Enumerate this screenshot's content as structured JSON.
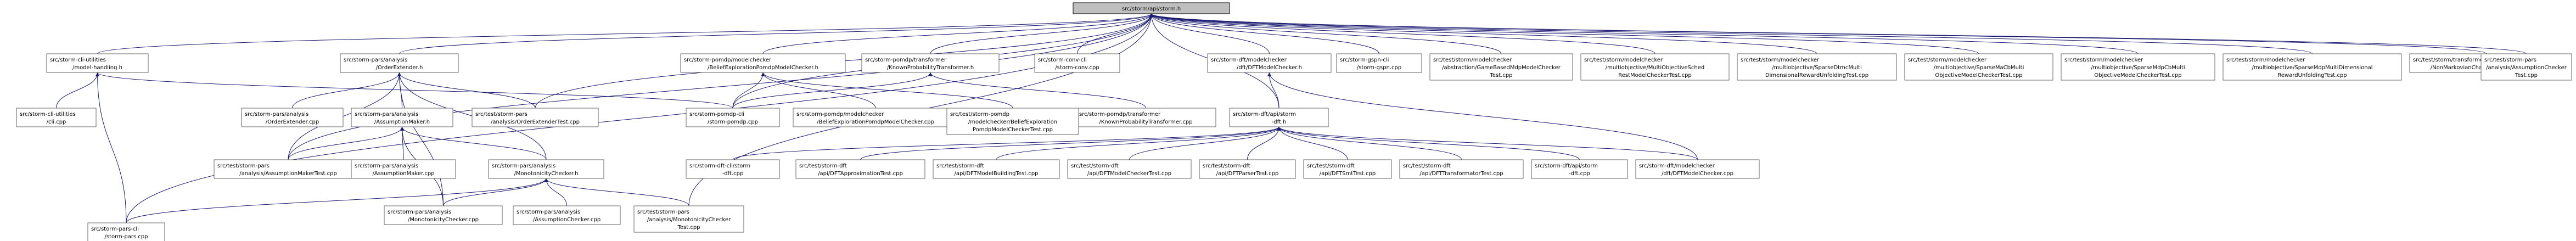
{
  "graph": {
    "root": "src/storm/api/storm.h",
    "nodes": {
      "root": [
        "src/storm/api/storm.h"
      ],
      "cli_model_handling": [
        "src/storm-cli-utilities",
        "/model-handling.h"
      ],
      "cli_cpp": [
        "src/storm-cli-utilities",
        "/cli.cpp"
      ],
      "pars_cli": [
        "src/storm-pars-cli",
        "/storm-pars.cpp"
      ],
      "order_extender_h": [
        "src/storm-pars/analysis",
        "/OrderExtender.h"
      ],
      "order_extender_cpp_a": [
        "src/storm-pars/analysis",
        "/OrderExtender.cpp"
      ],
      "assumption_maker_h": [
        "src/storm-pars/analysis",
        "/AssumptionMaker.h"
      ],
      "order_extender_test": [
        "src/test/storm-pars",
        "/analysis/OrderExtenderTest.cpp"
      ],
      "assumption_maker_test": [
        "src/test/storm-pars",
        "/analysis/AssumptionMakerTest.cpp"
      ],
      "assumption_maker_cpp": [
        "src/storm-pars/analysis",
        "/AssumptionMaker.cpp"
      ],
      "monotonicity_checker_h": [
        "src/storm-pars/analysis",
        "/MonotonicityChecker.h"
      ],
      "monotonicity_checker_cpp": [
        "src/storm-pars/analysis",
        "/MonotonicityChecker.cpp"
      ],
      "assumption_checker_cpp": [
        "src/storm-pars/analysis",
        "/AssumptionChecker.cpp"
      ],
      "monotonicity_checker_test": [
        "src/test/storm-pars",
        "/analysis/MonotonicityChecker",
        "Test.cpp"
      ],
      "belief_checker_h": [
        "src/storm-pomdp/modelchecker",
        "/BeliefExplorationPomdpModelChecker.h"
      ],
      "pomdp_cli": [
        "src/storm-pomdp-cli",
        "/storm-pomdp.cpp"
      ],
      "belief_checker_cpp": [
        "src/storm-pomdp/modelchecker",
        "/BeliefExplorationPomdpModelChecker.cpp"
      ],
      "known_prob_h": [
        "src/storm-pomdp/transformer",
        "/KnownProbabilityTransformer.h"
      ],
      "known_prob_cpp": [
        "src/storm-pomdp/transformer",
        "/KnownProbabilityTransformer.cpp"
      ],
      "belief_checker_test": [
        "src/test/storm-pomdp",
        "/modelchecker/BeliefExploration",
        "PomdpModelCheckerTest.cpp"
      ],
      "conv_cli": [
        "src/storm-conv-cli",
        "/storm-conv.cpp"
      ],
      "dft_checker_h": [
        "src/storm-dft/modelchecker",
        "/dft/DFTModelChecker.h"
      ],
      "dft_api_h": [
        "src/storm-dft/api/storm",
        "-dft.h"
      ],
      "dft_cli": [
        "src/storm-dft-cli/storm",
        "-dft.cpp"
      ],
      "dft_approx_test": [
        "src/test/storm-dft",
        "/api/DFTApproximationTest.cpp"
      ],
      "dft_building_test": [
        "src/test/storm-dft",
        "/api/DFTModelBuildingTest.cpp"
      ],
      "dft_checker_test": [
        "src/test/storm-dft",
        "/api/DFTModelCheckerTest.cpp"
      ],
      "dft_parser_test": [
        "src/test/storm-dft",
        "/api/DFTParserTest.cpp"
      ],
      "dft_smt_test": [
        "src/test/storm-dft",
        "/api/DFTSmtTest.cpp"
      ],
      "dft_transformator_test": [
        "src/test/storm-dft",
        "/api/DFTTransformatorTest.cpp"
      ],
      "dft_api_cpp": [
        "src/storm-dft/api/storm",
        "-dft.cpp"
      ],
      "dft_checker_cpp": [
        "src/storm-dft/modelchecker",
        "/dft/DFTModelChecker.cpp"
      ],
      "gspn_cli": [
        "src/storm-gspn-cli",
        "/storm-gspn.cpp"
      ],
      "test_game_based": [
        "src/test/storm/modelchecker",
        "/abstraction/GameBasedMdpModelChecker",
        "Test.cpp"
      ],
      "test_multi_sched": [
        "src/test/storm/modelchecker",
        "/multiobjective/MultiObjectiveSched",
        "RestModelCheckerTest.cpp"
      ],
      "test_sparse_dtmc_multi": [
        "src/test/storm/modelchecker",
        "/multiobjective/SparseDtmcMulti",
        "DimensionalRewardUnfoldingTest.cpp"
      ],
      "test_sparse_ma": [
        "src/test/storm/modelchecker",
        "/multiobjective/SparseMaCbMulti",
        "ObjectiveModelCheckerTest.cpp"
      ],
      "test_sparse_mdp_cb": [
        "src/test/storm/modelchecker",
        "/multiobjective/SparseMdpCbMulti",
        "ObjectiveModelCheckerTest.cpp"
      ],
      "test_sparse_mdp_multi": [
        "src/test/storm/modelchecker",
        "/multiobjective/SparseMdpMultiDimensional",
        "RewardUnfoldingTest.cpp"
      ],
      "test_non_markovian": [
        "src/test/storm/transformer",
        "/NonMarkovianChainTransformerTest.cpp"
      ],
      "test_pars_assumption_checker": [
        "src/test/storm-pars",
        "/analysis/AssumptionChecker",
        "Test.cpp"
      ]
    }
  }
}
